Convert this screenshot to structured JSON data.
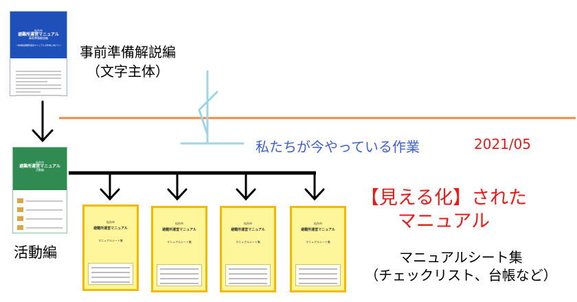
{
  "booklet_prep": {
    "cover_city": "仙台市",
    "cover_title": "避難所運営マニュアル",
    "cover_subtitle": "事前準備解説編",
    "cover_note": "〜地域版避難所運営マニュアルの作成に向けて〜"
  },
  "booklet_activity": {
    "cover_city": "仙台市",
    "cover_title": "避難所運営マニュアル",
    "cover_subtitle": "活動編"
  },
  "sheet_booklets": [
    {
      "city": "仙台市",
      "title": "避難所運営マニュアル",
      "subtitle": "マニュアルシート集"
    },
    {
      "city": "仙台市",
      "title": "避難所運営マニュアル",
      "subtitle": "マニュアルシート集"
    },
    {
      "city": "仙台市",
      "title": "避難所運営マニュアル",
      "subtitle": "マニュアルシート集"
    },
    {
      "city": "仙台市",
      "title": "避難所運営マニュアル",
      "subtitle": "マニュアルシート集"
    }
  ],
  "labels": {
    "prep_line1": "事前準備解説編",
    "prep_line2": "（文字主体）",
    "activity": "活動編",
    "current_work": "私たちが今やっている作業",
    "date": "2021/05",
    "visible_line1": "【見える化】された",
    "visible_line2": "マニュアル",
    "sheets_line1": "マニュアルシート集",
    "sheets_line2": "（チェックリスト、台帳など）"
  },
  "colors": {
    "timeline": "#f08a3c",
    "marker": "#9dd4e6",
    "current_text": "#3f5fd0",
    "highlight_red": "#e81a1a",
    "prep_cover": "#1f4fb8",
    "activity_cover": "#2f8b52",
    "sheet_fill": "#fff59b",
    "sheet_border": "#f5b800"
  }
}
